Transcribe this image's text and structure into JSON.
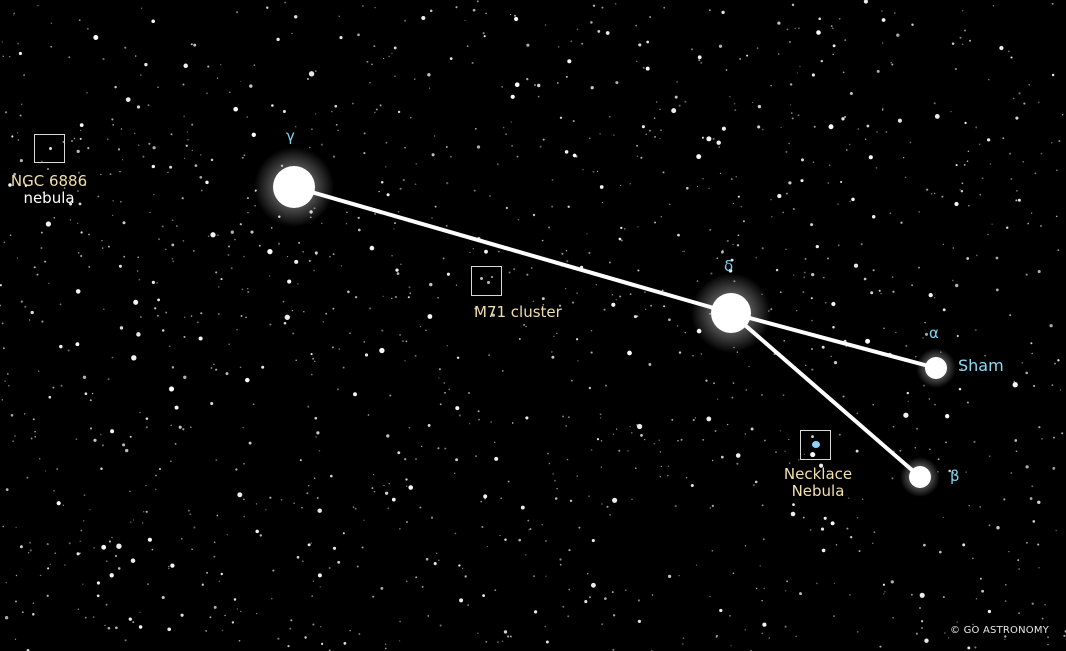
{
  "map": {
    "stars": [
      {
        "id": "gamma",
        "designation": "γ"
      },
      {
        "id": "delta",
        "designation": "δ"
      },
      {
        "id": "alpha",
        "designation": "α",
        "name": "Sham"
      },
      {
        "id": "beta",
        "designation": "β"
      }
    ],
    "deep_sky_objects": [
      {
        "id": "ngc6886",
        "line1": "NGC 6886",
        "line2": "nebula"
      },
      {
        "id": "m71",
        "line1": "M71 cluster"
      },
      {
        "id": "necklace",
        "line1": "Necklace",
        "line2": "Nebula"
      }
    ],
    "credit": "© GO ASTRONOMY",
    "colors": {
      "background": "#000000",
      "star_label": "#7fd4ef",
      "object_label": "#f2dfa9",
      "line": "#ffffff",
      "marker_box": "#d8d8d8"
    }
  }
}
